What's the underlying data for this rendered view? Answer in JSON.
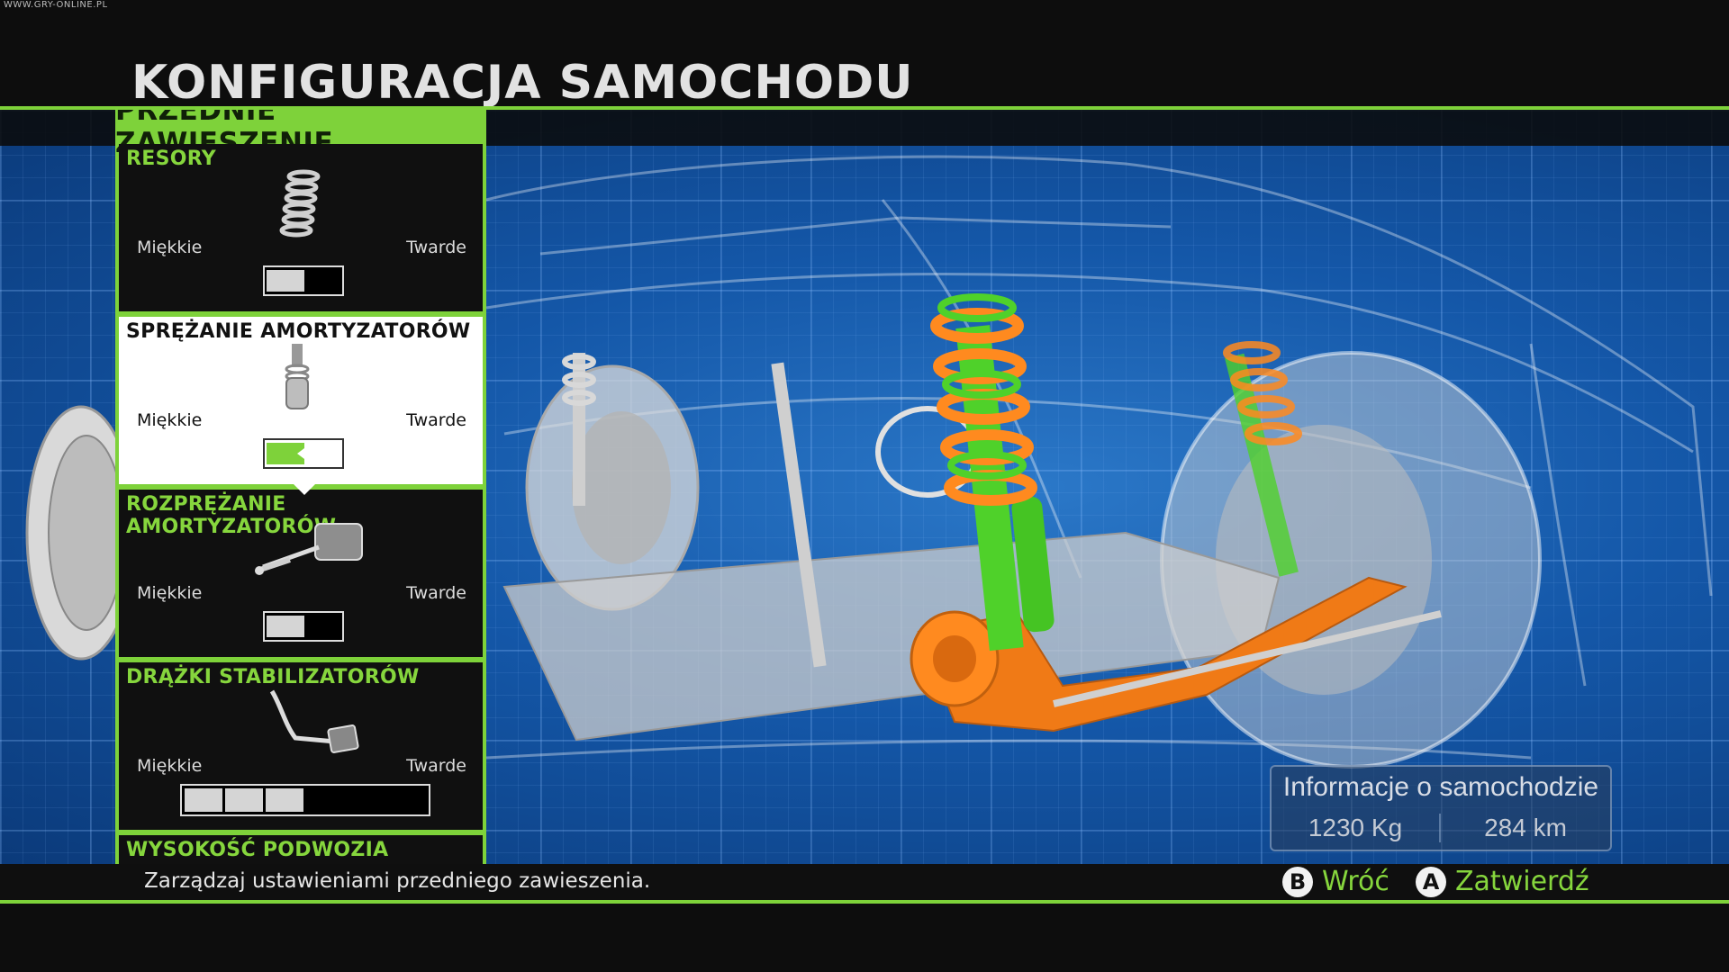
{
  "watermark": "WWW.GRY-ONLINE.PL",
  "page_title": "KONFIGURACJA SAMOCHODU",
  "panel": {
    "header": "PRZEDNIE ZAWIESZENIE",
    "sections": [
      {
        "title": "RESORY",
        "left": "Miękkie",
        "right": "Twarde",
        "level": 0.5,
        "icon": "coil-spring-icon"
      },
      {
        "title": "SPRĘŻANIE AMORTYZATORÓW",
        "left": "Miękkie",
        "right": "Twarde",
        "level": 0.5,
        "icon": "shock-absorber-icon",
        "selected": true
      },
      {
        "title": "ROZPRĘŻANIE AMORTYZATORÓW",
        "left": "Miękkie",
        "right": "Twarde",
        "level": 0.5,
        "icon": "damper-icon"
      },
      {
        "title": "DRĄŻKI STABILIZATORÓW",
        "left": "Miękkie",
        "right": "Twarde",
        "level": 3,
        "level_max": 6,
        "icon": "anti-roll-bar-icon"
      },
      {
        "title": "WYSOKOŚĆ PODWOZIA"
      }
    ]
  },
  "info": {
    "title": "Informacje o samochodzie",
    "weight": "1230 Kg",
    "distance": "284 km"
  },
  "hint": "Zarządzaj ustawieniami przedniego zawieszenia.",
  "buttons": {
    "back_key": "B",
    "back_label": "Wróć",
    "confirm_key": "A",
    "confirm_label": "Zatwierdź"
  },
  "colors": {
    "accent": "#7ed23a",
    "spring_green": "#4fd12a",
    "spring_orange": "#ff8a1f",
    "blueprint": "#1457a8"
  }
}
